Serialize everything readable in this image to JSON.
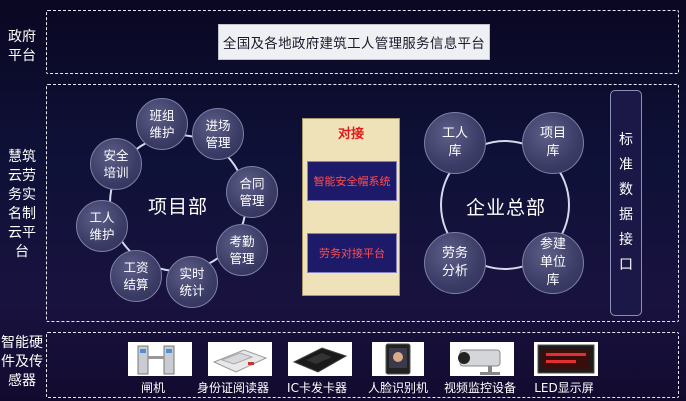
{
  "sections": {
    "gov": "政府\n平台",
    "cloud": "慧筑\n云劳\n务实\n名制\n云平\n台",
    "hardware": "智能硬\n件及传\n感器"
  },
  "gov_platform": "全国及各地政府建筑工人管理服务信息平台",
  "project": {
    "center": "项目部",
    "items": [
      "班组\n维护",
      "进场\n管理",
      "合同\n管理",
      "考勤\n管理",
      "实时\n统计",
      "工资\n结算",
      "工人\n维护",
      "安全\n培训"
    ]
  },
  "connect": {
    "title": "对接",
    "box1": "智能安全帽系统",
    "box2": "劳务对接平台"
  },
  "enterprise": {
    "center": "企业总部",
    "items": [
      "工人\n库",
      "项目\n库",
      "劳务\n分析",
      "参建\n单位\n库"
    ]
  },
  "standard": "标\n准\n数\n据\n接\n口",
  "devices": [
    "闸机",
    "身份证阅读器",
    "IC卡发卡器",
    "人脸识别机",
    "视频监控设备",
    "LED显示屏"
  ]
}
